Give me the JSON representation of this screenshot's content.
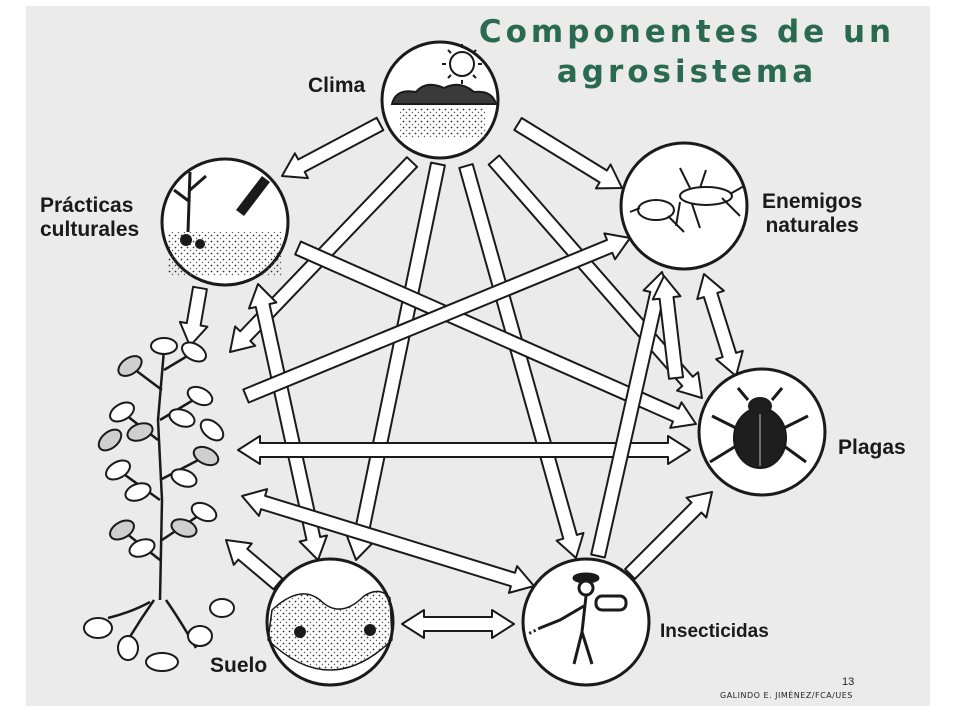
{
  "slide": {
    "title_line1": "Componentes de un",
    "title_line2": "agrosistema",
    "page_number": "13",
    "credit": "GALINDO  E. JIMÉNEZ/FCA/UES"
  },
  "nodes": {
    "clima": "Clima",
    "practicas_line1": "Prácticas",
    "practicas_line2": "culturales",
    "enemigos_line1": "Enemigos",
    "enemigos_line2": "naturales",
    "plagas": "Plagas",
    "suelo": "Suelo",
    "insecticidas": "Insecticidas"
  },
  "colors": {
    "title": "#2a6a50",
    "frame": "#ebebeb",
    "ink": "#1a1a1a"
  }
}
